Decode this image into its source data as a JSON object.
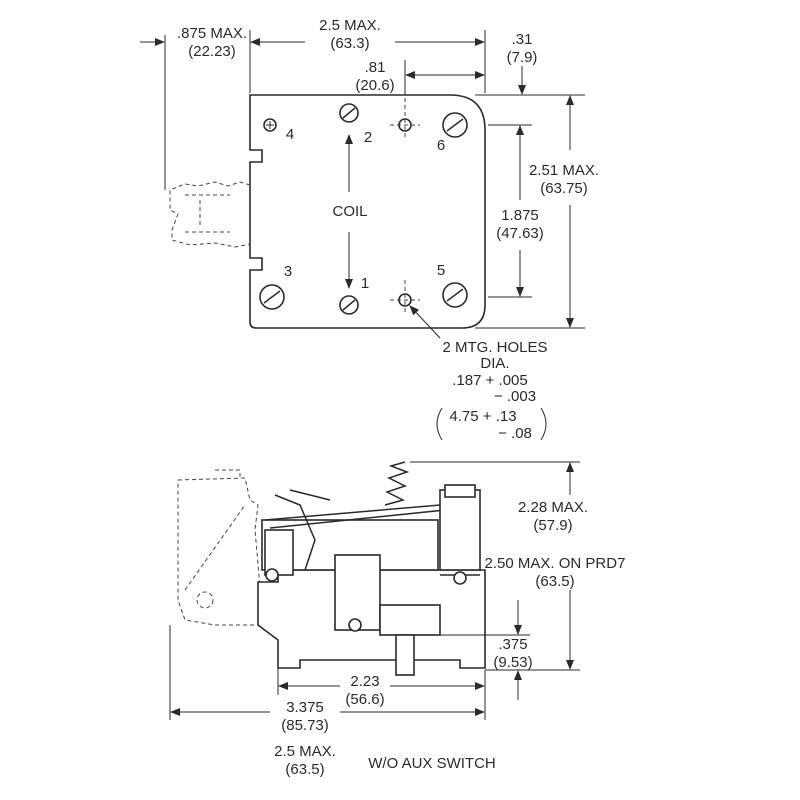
{
  "top_view": {
    "dim_aux": {
      "in": ".875 MAX.",
      "mm": "(22.23)"
    },
    "dim_width": {
      "in": "2.5 MAX.",
      "mm": "(63.3)"
    },
    "dim_hole_offset": {
      "in": ".81",
      "mm": "(20.6)"
    },
    "dim_corner": {
      "in": ".31",
      "mm": "(7.9)"
    },
    "dim_height": {
      "in": "2.51 MAX.",
      "mm": "(63.75)"
    },
    "dim_hole_spacing": {
      "in": "1.875",
      "mm": "(47.63)"
    },
    "terminals": [
      "1",
      "2",
      "3",
      "4",
      "5",
      "6"
    ],
    "coil_label": "COIL",
    "holes_note": [
      "2 MTG. HOLES",
      "DIA.",
      ".187 + .005",
      "− .003",
      "4.75 + .13",
      "− .08"
    ]
  },
  "side_view": {
    "dim_height": {
      "in": "2.28 MAX.",
      "mm": "(57.9)"
    },
    "dim_height_prd7": {
      "in": "2.50 MAX. ON PRD7",
      "mm": "(63.5)"
    },
    "dim_stud": {
      "in": ".375",
      "mm": "(9.53)"
    },
    "dim_base": {
      "in": "2.23",
      "mm": "(56.6)"
    },
    "dim_overall": {
      "in": "3.375",
      "mm": "(85.73)"
    },
    "dim_no_aux": {
      "in": "2.5 MAX.",
      "mm": "(63.5)",
      "note": "W/O AUX SWITCH"
    }
  }
}
